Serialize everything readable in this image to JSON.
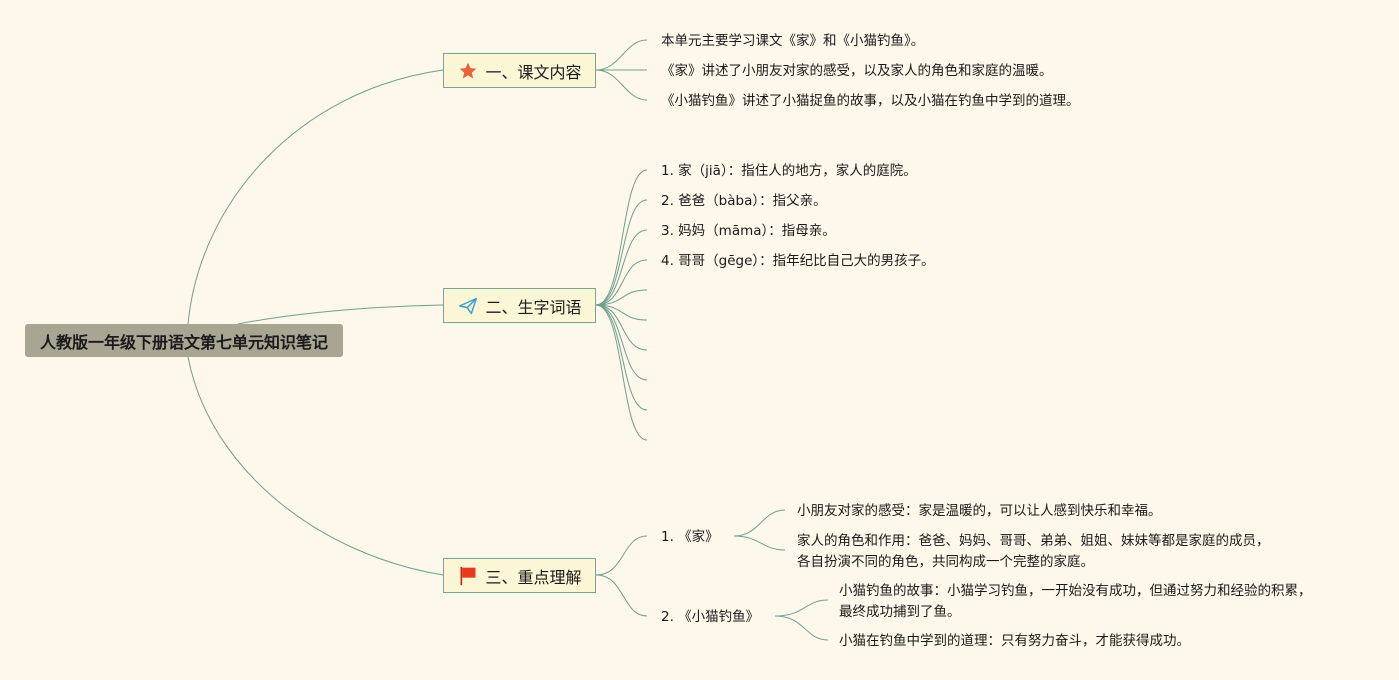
{
  "root": {
    "title": "人教版一年级下册语文第七单元知识笔记"
  },
  "branches": [
    {
      "label": "一、课文内容",
      "icon": "star-icon",
      "icon_color": "#e8623a",
      "items": [
        "本单元主要学习课文《家》和《小猫钓鱼》。",
        "《家》讲述了小朋友对家的感受，以及家人的角色和家庭的温暖。",
        "《小猫钓鱼》讲述了小猫捉鱼的故事，以及小猫在钓鱼中学到的道理。"
      ]
    },
    {
      "label": "二、生字词语",
      "icon": "paper-plane-icon",
      "icon_color": "#3f9fd3",
      "items": [
        "1. 家（jiā）：指住人的地方，家人的庭院。",
        "2. 爸爸（bàba）：指父亲。",
        "3. 妈妈（māma）：指母亲。",
        "4. 哥哥（gēge）：指年纪比自己大的男孩子。",
        "",
        "",
        "",
        "",
        "",
        ""
      ]
    },
    {
      "label": "三、重点理解",
      "icon": "flag-icon",
      "icon_color": "#e53a1f",
      "subs": [
        {
          "label": "1. 《家》",
          "items": [
            [
              "小朋友对家的感受：家是温暖的，可以让人感到快乐和幸福。"
            ],
            [
              "家人的角色和作用：爸爸、妈妈、哥哥、弟弟、姐姐、妹妹等都是家庭的成员，",
              "各自扮演不同的角色，共同构成一个完整的家庭。"
            ]
          ]
        },
        {
          "label": "2. 《小猫钓鱼》",
          "items": [
            [
              "小猫钓鱼的故事：小猫学习钓鱼，一开始没有成功，但通过努力和经验的积累，",
              "最终成功捕到了鱼。"
            ],
            [
              "小猫在钓鱼中学到的道理：只有努力奋斗，才能获得成功。"
            ]
          ]
        }
      ]
    }
  ],
  "colors": {
    "line": "#6f9f8e",
    "root_bg": "#a8a592",
    "branch_bg": "#fbf6d6",
    "background": "#fdf8e9"
  }
}
